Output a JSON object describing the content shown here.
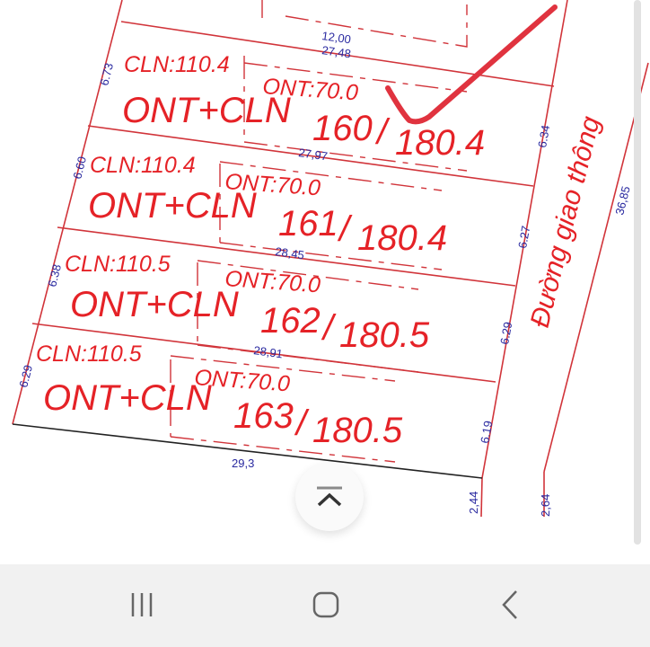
{
  "map": {
    "colors": {
      "line_red": "#d1343a",
      "text_red": "#e52227",
      "text_blue": "#2a2aa0",
      "check_mark": "#e0333f",
      "boundary_black": "#222222"
    },
    "top_dimensions": {
      "setback": "12,00",
      "top_edge": "27,48"
    },
    "plots": [
      {
        "id": "160",
        "cln": "CLN:110.4",
        "ont": "ONT:70.0",
        "use": "ONT+CLN",
        "number": "160",
        "area": "180.4",
        "left_side": "6.73",
        "right_side": "6.34",
        "bottom_edge": "27,97"
      },
      {
        "id": "161",
        "cln": "CLN:110.4",
        "ont": "ONT:70.0",
        "use": "ONT+CLN",
        "number": "161",
        "area": "180.4",
        "left_side": "6.60",
        "right_side": "6.27",
        "bottom_edge": "28,45"
      },
      {
        "id": "162",
        "cln": "CLN:110.5",
        "ont": "ONT:70.0",
        "use": "ONT+CLN",
        "number": "162",
        "area": "180.5",
        "left_side": "6.38",
        "right_side": "6.29",
        "bottom_edge": "28,91"
      },
      {
        "id": "163",
        "cln": "CLN:110.5",
        "ont": "ONT:70.0",
        "use": "ONT+CLN",
        "number": "163",
        "area": "180.5",
        "left_side": "6.29",
        "right_side": "6.19",
        "bottom_edge": "29,3"
      }
    ],
    "slash": "/",
    "road": {
      "label": "Đường giao thông",
      "length": "36,85",
      "width_left": "2,44",
      "width_right": "2,64"
    }
  },
  "overlay": {
    "scroll_top_icon": "chevron-up-bar-icon"
  },
  "navbar": {
    "recents_icon": "recent-apps-icon",
    "home_icon": "home-icon",
    "back_icon": "back-icon"
  }
}
